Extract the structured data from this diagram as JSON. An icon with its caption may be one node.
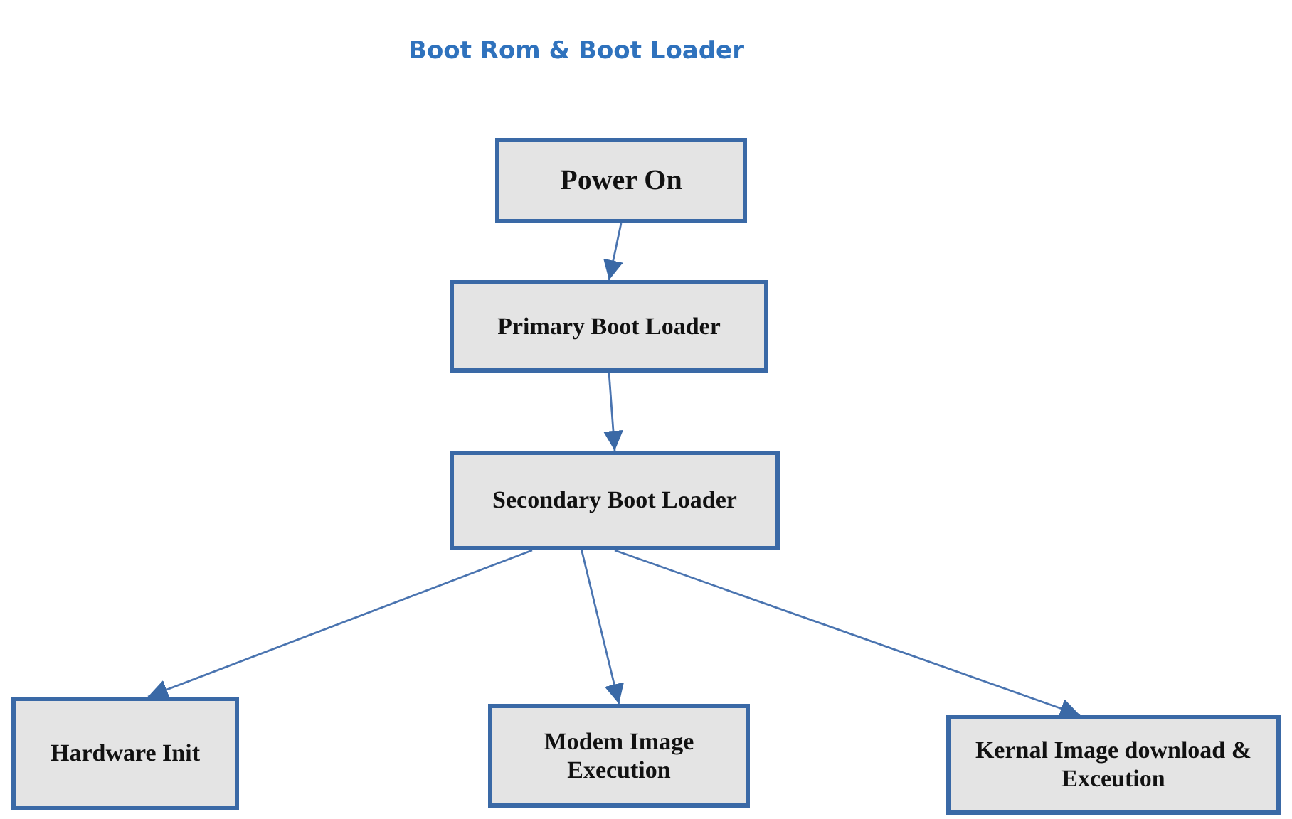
{
  "diagram": {
    "title": "Boot Rom & Boot Loader",
    "nodes": [
      {
        "text": [
          "Power On"
        ]
      },
      {
        "text": [
          "Primary Boot Loader"
        ]
      },
      {
        "text": [
          "Secondary Boot Loader"
        ]
      },
      {
        "text": [
          "Hardware Init"
        ]
      },
      {
        "text": [
          "Modem Image Execution"
        ]
      },
      {
        "text": [
          "Kernal Image download & Exceution"
        ]
      }
    ],
    "edges": [
      {
        "from": 0,
        "to": 1,
        "arrow": "to"
      },
      {
        "from": 1,
        "to": 2,
        "arrow": "to"
      },
      {
        "from": 2,
        "to": 3,
        "arrow": "to"
      },
      {
        "from": 2,
        "to": 4,
        "arrow": "to"
      },
      {
        "from": 2,
        "to": 5,
        "arrow": "to"
      }
    ]
  }
}
